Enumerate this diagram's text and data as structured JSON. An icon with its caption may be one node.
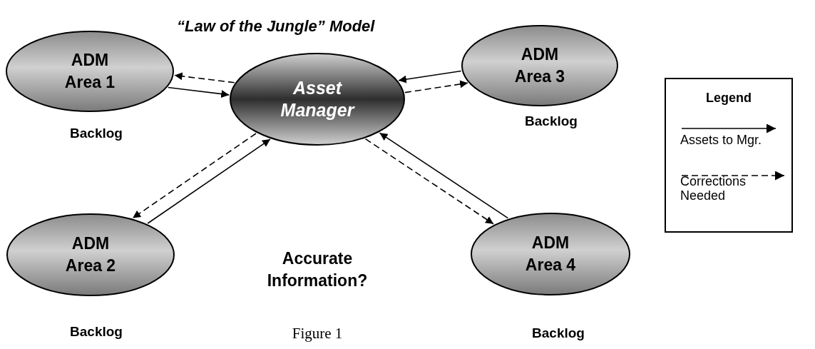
{
  "diagram": {
    "title": "“Law of the Jungle” Model",
    "caption": "Figure 1",
    "nodes": [
      {
        "text": [
          "ADM Area 1"
        ],
        "beside": [
          "Backlog"
        ]
      },
      {
        "text": [
          "ADM Area 3"
        ],
        "beside": [
          "Backlog"
        ]
      },
      {
        "text": [
          "Asset Manager"
        ]
      },
      {
        "text": [
          "ADM Area 2"
        ],
        "beside": [
          "Backlog"
        ]
      },
      {
        "text": [
          "ADM Area 4"
        ],
        "beside": [
          "Backlog"
        ]
      }
    ],
    "edges": [
      {
        "from": 0,
        "to": 2,
        "arrow": "to"
      },
      {
        "from": 2,
        "to": 0,
        "arrow": "to",
        "style": "dashed"
      },
      {
        "from": 1,
        "to": 2,
        "arrow": "to"
      },
      {
        "from": 2,
        "to": 1,
        "arrow": "to",
        "style": "dashed"
      },
      {
        "from": 3,
        "to": 2,
        "arrow": "to"
      },
      {
        "from": 2,
        "to": 3,
        "arrow": "to",
        "style": "dashed"
      },
      {
        "from": 4,
        "to": 2,
        "arrow": "to"
      },
      {
        "from": 2,
        "to": 4,
        "arrow": "to",
        "style": "dashed"
      }
    ],
    "labels": [
      "Legend",
      "Accurate Information?"
    ],
    "legend": [
      {
        "text": "Assets to Mgr."
      },
      {
        "text": "Corrections Needed"
      }
    ]
  }
}
